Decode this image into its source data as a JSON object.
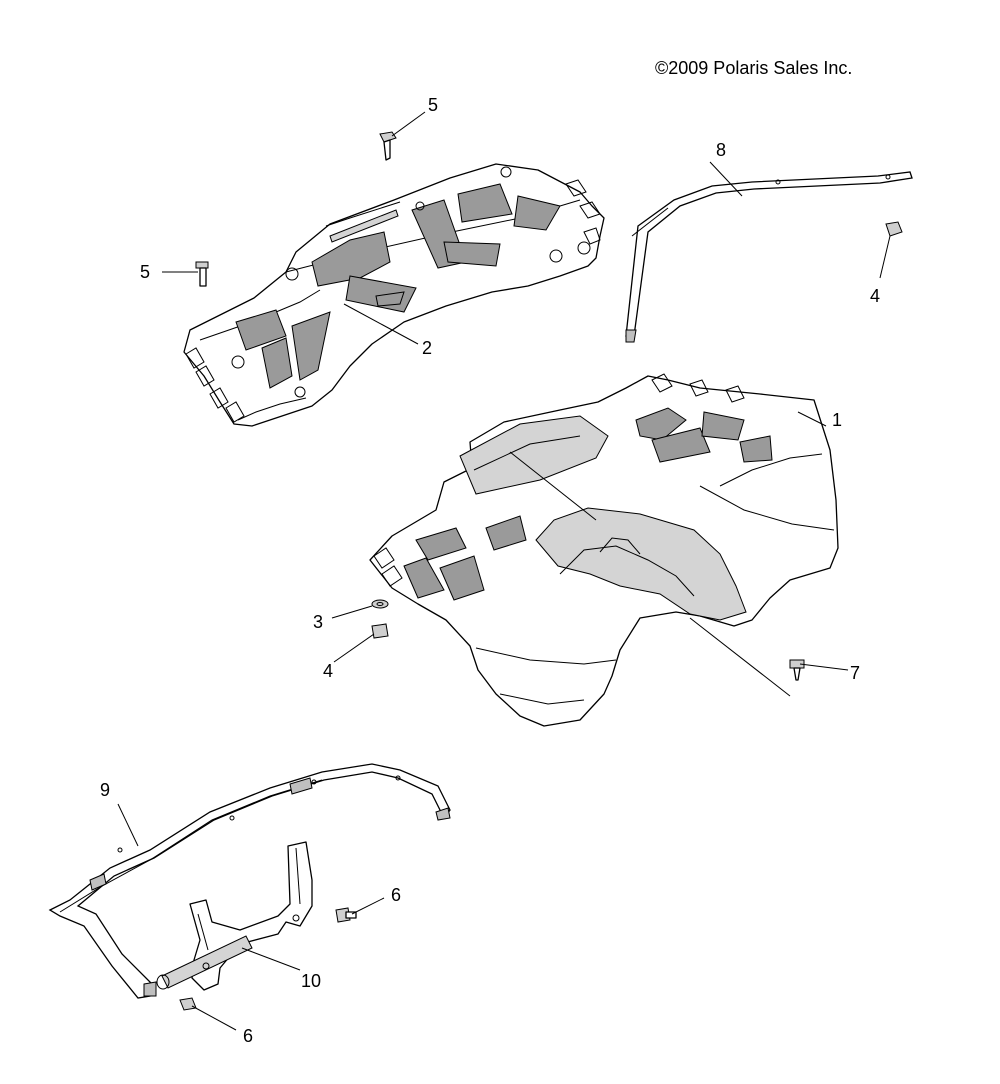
{
  "copyright": "©2009 Polaris Sales Inc.",
  "callouts": {
    "c1": "1",
    "c2": "2",
    "c3": "3",
    "c4a": "4",
    "c4b": "4",
    "c5a": "5",
    "c5b": "5",
    "c6a": "6",
    "c6b": "6",
    "c7": "7",
    "c8": "8",
    "c9": "9",
    "c10": "10"
  }
}
